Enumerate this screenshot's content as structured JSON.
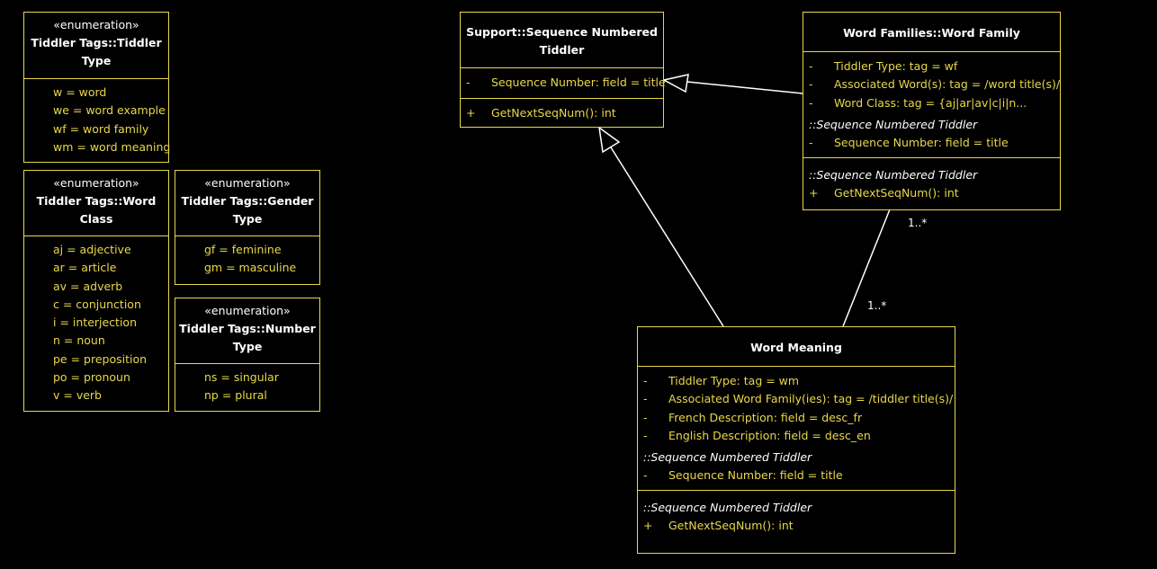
{
  "enumerations": [
    {
      "stereotype": "«enumeration»",
      "name_line1": "Tiddler Tags::Tiddler",
      "name_line2": "Type",
      "literals": [
        "w = word",
        "we = word example",
        "wf = word family",
        "wm = word meaning"
      ]
    },
    {
      "stereotype": "«enumeration»",
      "name_line1": "Tiddler Tags::Word",
      "name_line2": "Class",
      "literals": [
        "aj = adjective",
        "ar = article",
        "av = adverb",
        "c = conjunction",
        "i = interjection",
        "n = noun",
        "pe = preposition",
        "po = pronoun",
        "v = verb"
      ]
    },
    {
      "stereotype": "«enumeration»",
      "name_line1": "Tiddler Tags::Gender",
      "name_line2": "Type",
      "literals": [
        "gf = feminine",
        "gm = masculine"
      ]
    },
    {
      "stereotype": "«enumeration»",
      "name_line1": "Tiddler Tags::Number",
      "name_line2": "Type",
      "literals": [
        "ns = singular",
        "np = plural"
      ]
    }
  ],
  "classes": {
    "sequence_numbered_tiddler": {
      "name_line1": "Support::Sequence Numbered",
      "name_line2": "Tiddler",
      "attributes": [
        {
          "visibility": "-",
          "text": "Sequence Number: field = title"
        }
      ],
      "operations": [
        {
          "visibility": "+",
          "text": "GetNextSeqNum(): int"
        }
      ]
    },
    "word_family": {
      "name": "Word Families::Word Family",
      "attributes": [
        {
          "visibility": "-",
          "text": "Tiddler Type: tag = wf"
        },
        {
          "visibility": "-",
          "text": "Associated Word(s): tag = /word title(s)/"
        },
        {
          "visibility": "-",
          "text": "Word Class: tag = {aj|ar|av|c|i|n..."
        }
      ],
      "inherited_attr_label": "::Sequence Numbered Tiddler",
      "inherited_attributes": [
        {
          "visibility": "-",
          "text": "Sequence Number: field = title"
        }
      ],
      "inherited_op_label": "::Sequence Numbered Tiddler",
      "inherited_operations": [
        {
          "visibility": "+",
          "text": "GetNextSeqNum(): int"
        }
      ]
    },
    "word_meaning": {
      "name": "Word Meaning",
      "attributes": [
        {
          "visibility": "-",
          "text": "Tiddler Type: tag = wm"
        },
        {
          "visibility": "-",
          "text": "Associated Word Family(ies): tag = /tiddler title(s)/"
        },
        {
          "visibility": "-",
          "text": "French Description: field = desc_fr"
        },
        {
          "visibility": "-",
          "text": "English Description: field = desc_en"
        }
      ],
      "inherited_attr_label": "::Sequence Numbered Tiddler",
      "inherited_attributes": [
        {
          "visibility": "-",
          "text": "Sequence Number: field = title"
        }
      ],
      "inherited_op_label": "::Sequence Numbered Tiddler",
      "inherited_operations": [
        {
          "visibility": "+",
          "text": "GetNextSeqNum(): int"
        }
      ]
    }
  },
  "relationships": [
    {
      "type": "generalization",
      "from": "Word Family",
      "to": "Sequence Numbered Tiddler"
    },
    {
      "type": "generalization",
      "from": "Word Meaning",
      "to": "Sequence Numbered Tiddler"
    },
    {
      "type": "association",
      "from": "Word Family",
      "to": "Word Meaning",
      "multiplicity_from": "1..*",
      "multiplicity_to": "1..*"
    }
  ],
  "colors": {
    "background": "#000000",
    "border": "#e8d84a",
    "attribute_text": "#e8d84a",
    "header_text": "#ffffff",
    "edge": "#ffffff"
  }
}
